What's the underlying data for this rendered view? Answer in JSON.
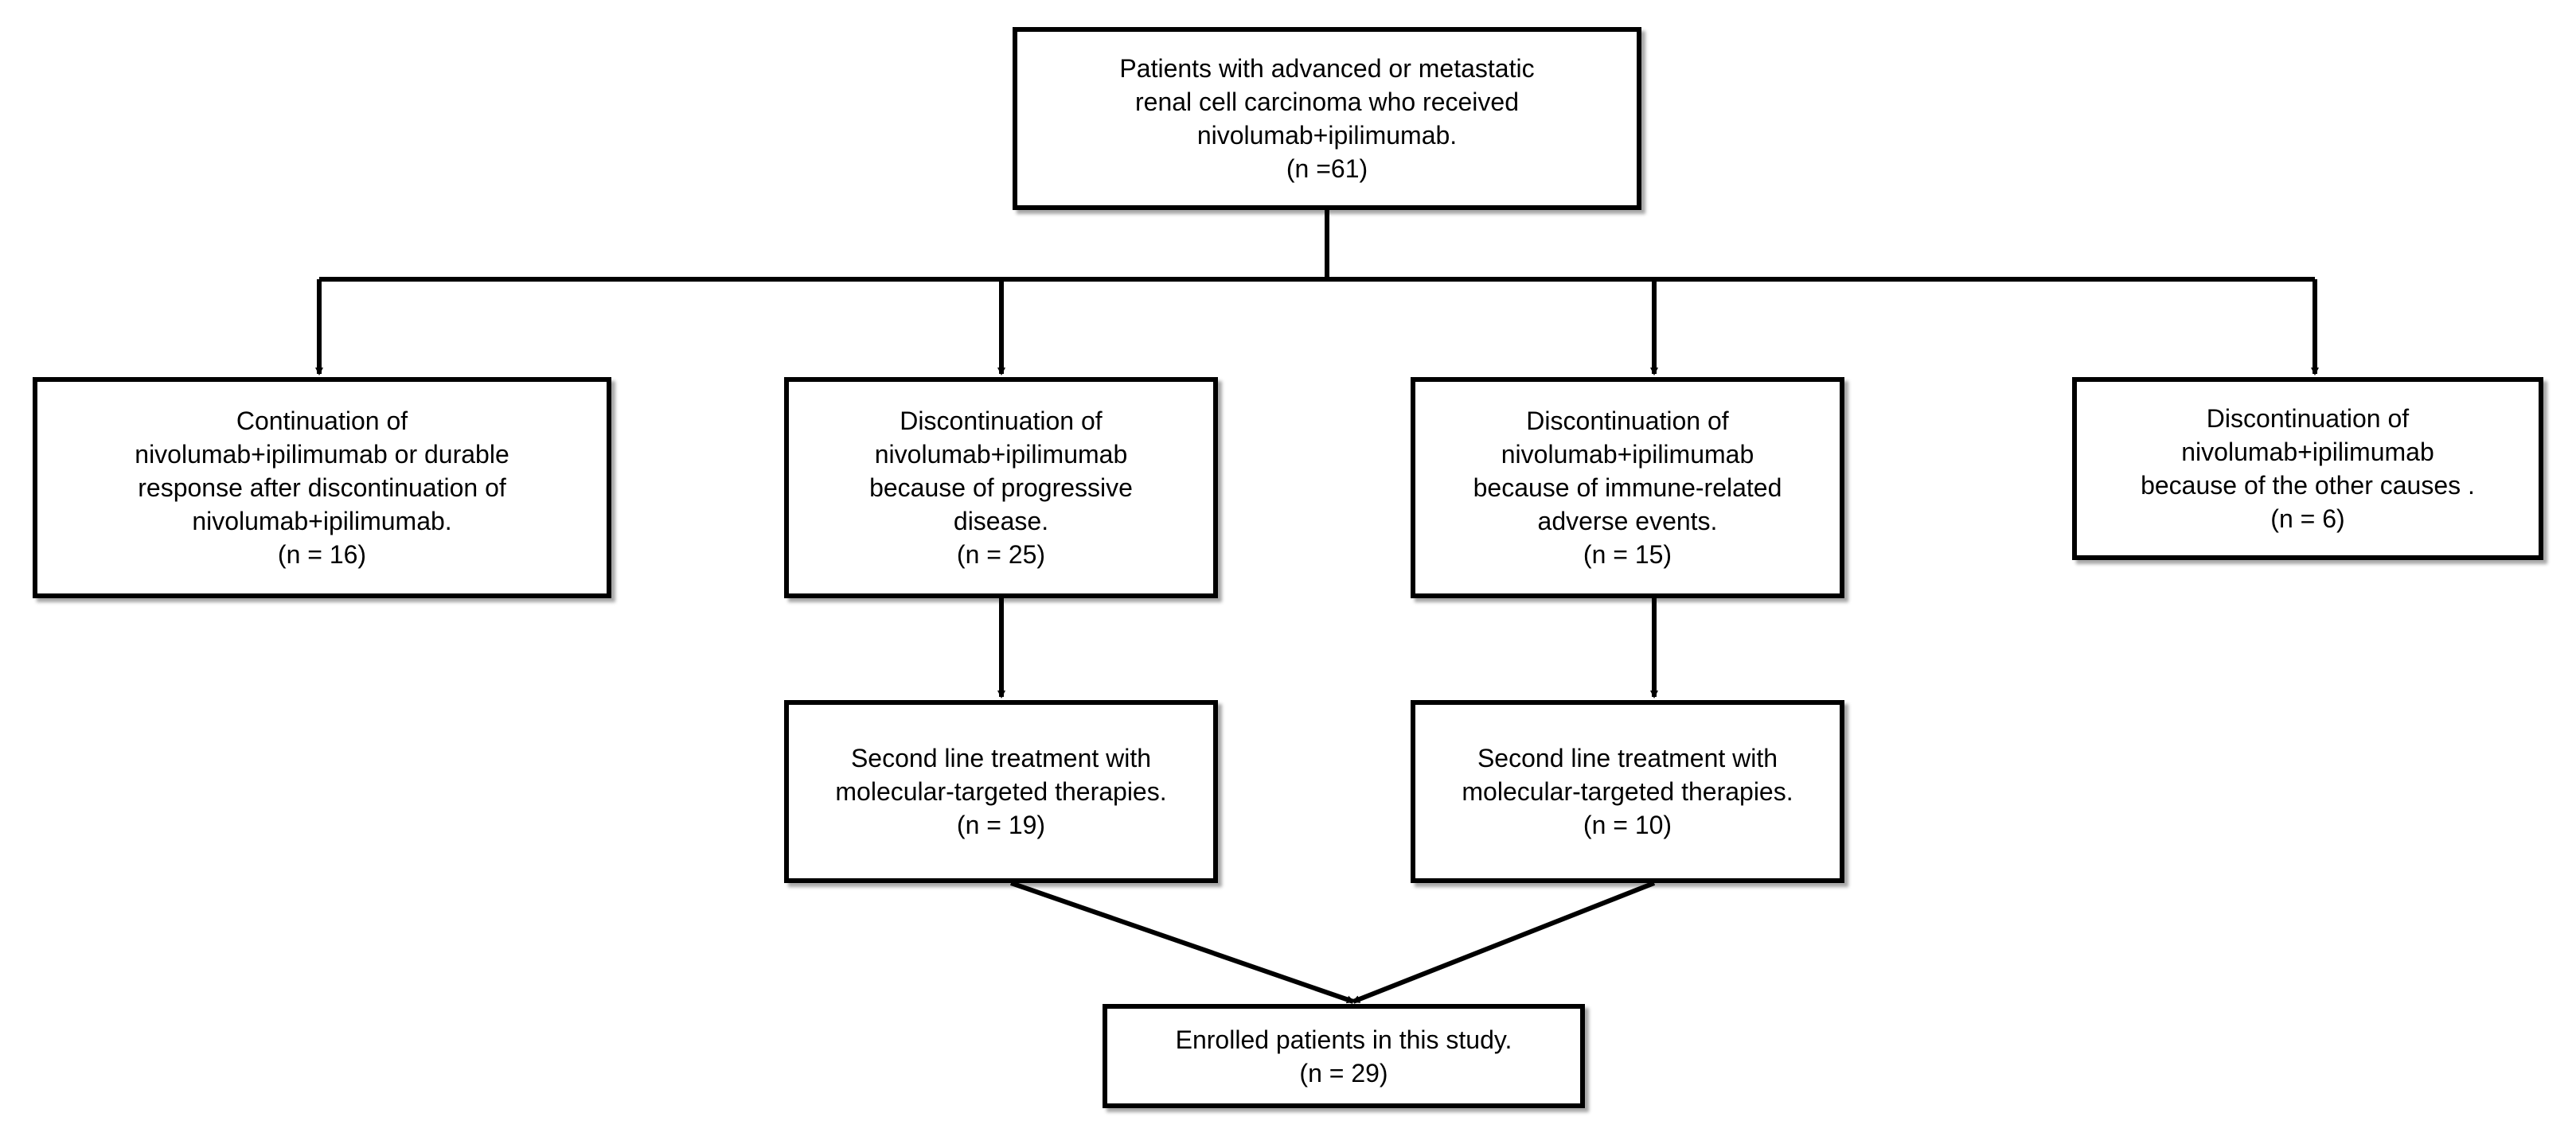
{
  "boxes": {
    "top": {
      "lines": [
        "Patients with advanced or metastatic",
        "renal cell carcinoma who received",
        "nivolumab+ipilimumab.",
        "(n =61)"
      ]
    },
    "continuation": {
      "lines": [
        "Continuation of",
        "nivolumab+ipilimumab or durable",
        "response after discontinuation of",
        "nivolumab+ipilimumab.",
        "(n = 16)"
      ]
    },
    "progressive": {
      "lines": [
        "Discontinuation of",
        "nivolumab+ipilimumab",
        "because of progressive",
        "disease.",
        "(n = 25)"
      ]
    },
    "irae": {
      "lines": [
        "Discontinuation of",
        "nivolumab+ipilimumab",
        "because of immune-related",
        "adverse events.",
        "(n = 15)"
      ]
    },
    "other": {
      "lines": [
        "Discontinuation of",
        "nivolumab+ipilimumab",
        "because of the other causes .",
        "(n = 6)"
      ]
    },
    "second_line_1": {
      "lines": [
        "Second line treatment with",
        "molecular-targeted therapies.",
        "(n = 19)"
      ]
    },
    "second_line_2": {
      "lines": [
        "Second line treatment with",
        "molecular-targeted therapies.",
        "(n = 10)"
      ]
    },
    "enrolled": {
      "lines": [
        "Enrolled patients in this study.",
        "(n = 29)"
      ]
    }
  }
}
